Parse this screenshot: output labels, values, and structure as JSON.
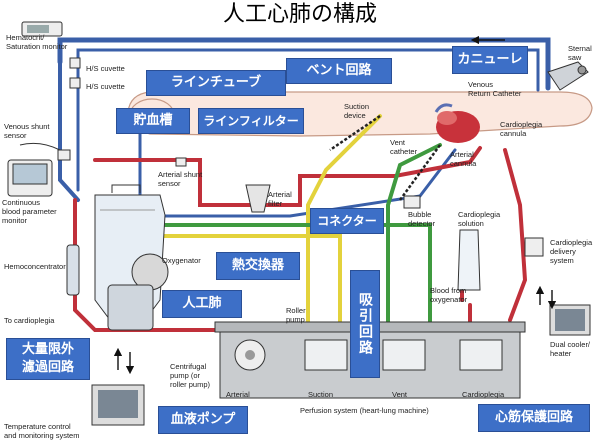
{
  "title": "人工心肺の構成",
  "colors": {
    "blue_tube": "#3a5fa8",
    "red_tube": "#c0303a",
    "yellow_tube": "#e3d23c",
    "green_tube": "#3f9a3f",
    "callout": "#3d6fc7",
    "body_outline": "#c79a86",
    "body_fill": "#fbe8df"
  },
  "callouts": {
    "line_tube": "ラインチューブ",
    "vent_circuit": "ベント回路",
    "cannula": "カニューレ",
    "reservoir": "貯血槽",
    "line_filter": "ラインフィルター",
    "connector": "コネクター",
    "heat_exchanger": "熱交換器",
    "suction_circuit": "吸引回路",
    "artificial_lung": "人工肺",
    "ultrafiltration": "大量限外\n濾過回路",
    "blood_pump": "血液ポンプ",
    "cardioplegia_circuit": "心筋保護回路"
  },
  "labels": {
    "hematocrit": "Hematocrit/\nSaturation monitor",
    "hs_cuvette_1": "H/S cuvette",
    "hs_cuvette_2": "H/S cuvette",
    "venous_shunt": "Venous shunt\nsensor",
    "continuous_monitor": "Continuous\nblood parameter\nmonitor",
    "hemoconcentrator": "Hemoconcentrator",
    "to_cardioplegia": "To cardioplegia",
    "temperature": "Temperature control\nand monitoring system",
    "arterial_shunt": "Arterial shunt\nsensor",
    "arterial_filter": "Arterial\nfilter",
    "oxygenator": "Oxygenator",
    "centrifugal": "Centrifugal\npump (or\nroller pump)",
    "roller_pump": "Roller\npump",
    "suction_device": "Suction\ndevice",
    "vent_catheter": "Vent\ncatheter",
    "venous_return": "Venous\nReturn Catheter",
    "sternal_saw": "Sternal\nsaw",
    "cardioplegia_cannula": "Cardioplegia\ncannula",
    "arterial_cannula": "Arterial\ncannula",
    "bubble_detector": "Bubble\ndetector",
    "cardioplegia_solution": "Cardioplegia\nsolution",
    "cardioplegia_delivery": "Cardioplegia\ndelivery\nsystem",
    "blood_from_oxygenator": "Blood from\noxygenator",
    "dual_cooler": "Dual cooler/\nheater",
    "console_arterial": "Arterial",
    "console_suction": "Suction",
    "console_vent": "Vent",
    "console_cardioplegia": "Cardioplegia",
    "perfusion_system": "Perfusion system (heart-lung machine)"
  }
}
